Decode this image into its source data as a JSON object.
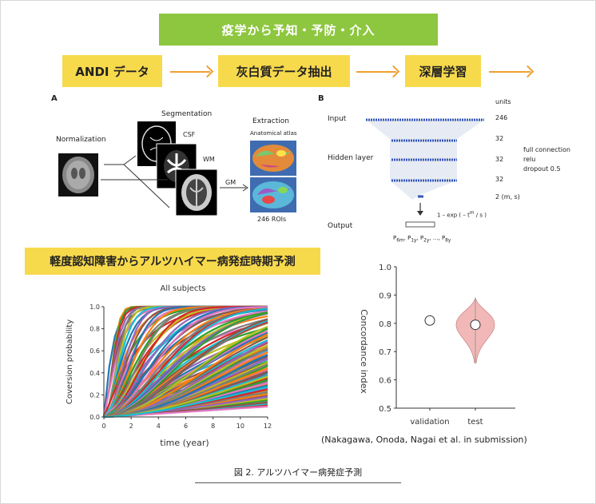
{
  "banner": "疫学から予知・予防・介入",
  "pipeline": [
    "ANDI データ",
    "灰白質データ抽出",
    "深層学習"
  ],
  "panel_a": {
    "letter": "A",
    "normalization": "Normalization",
    "segmentation": "Segmentation",
    "csf": "CSF",
    "wm": "WM",
    "gm": "GM",
    "extraction": "Extraction",
    "atlas": "Anatomical atlas",
    "rois": "246 ROIs"
  },
  "panel_b": {
    "letter": "B",
    "units": "units",
    "input": "Input",
    "hidden": "Hidden layer",
    "output": "Output",
    "u246": "246",
    "u32a": "32",
    "u32b": "32",
    "u32c": "32",
    "u2": "2   (m, s)",
    "desc1": "full connection",
    "desc2": "relu",
    "desc3": "dropout 0.5",
    "formula": "1 – exp ( – t",
    "formula_sup": "m",
    "formula_end": " / s )",
    "prob": "P",
    "prob_subs": [
      "6m",
      "1y",
      "2y",
      "...",
      "8y"
    ]
  },
  "prediction_title": "軽度認知障害からアルツハイマー病発症時期予測",
  "chart_data": [
    {
      "type": "line",
      "title": "All subjects",
      "xlabel": "time (year)",
      "ylabel": "Coversion probability",
      "xlim": [
        0,
        12
      ],
      "ylim": [
        0,
        1.0
      ],
      "xticks": [
        0,
        2,
        4,
        6,
        8,
        10,
        12
      ],
      "yticks": [
        0,
        0.2,
        0.4,
        0.6,
        0.8,
        1.0
      ],
      "ytick_labels": [
        "0.0",
        "0.2",
        "0.4",
        "0.6",
        "0.8",
        "1.0"
      ],
      "series_model": "1 - exp(-t^m / s), many subjects",
      "grid": false
    },
    {
      "type": "scatter",
      "xlabel": "",
      "ylabel": "Concordance index",
      "categories": [
        "validation",
        "test"
      ],
      "values": [
        0.81,
        0.795
      ],
      "ylim": [
        0.5,
        1.0
      ],
      "yticks": [
        "0.5",
        "0.6",
        "0.7",
        "0.8",
        "0.9",
        "1.0"
      ],
      "test_range": [
        0.66,
        0.89
      ],
      "violin_color": "#f2b8b8"
    }
  ],
  "citation": "(Nakagawa, Onoda, Nagai et al. in submission)",
  "caption": "図 2. アルツハイマー病発症予測"
}
